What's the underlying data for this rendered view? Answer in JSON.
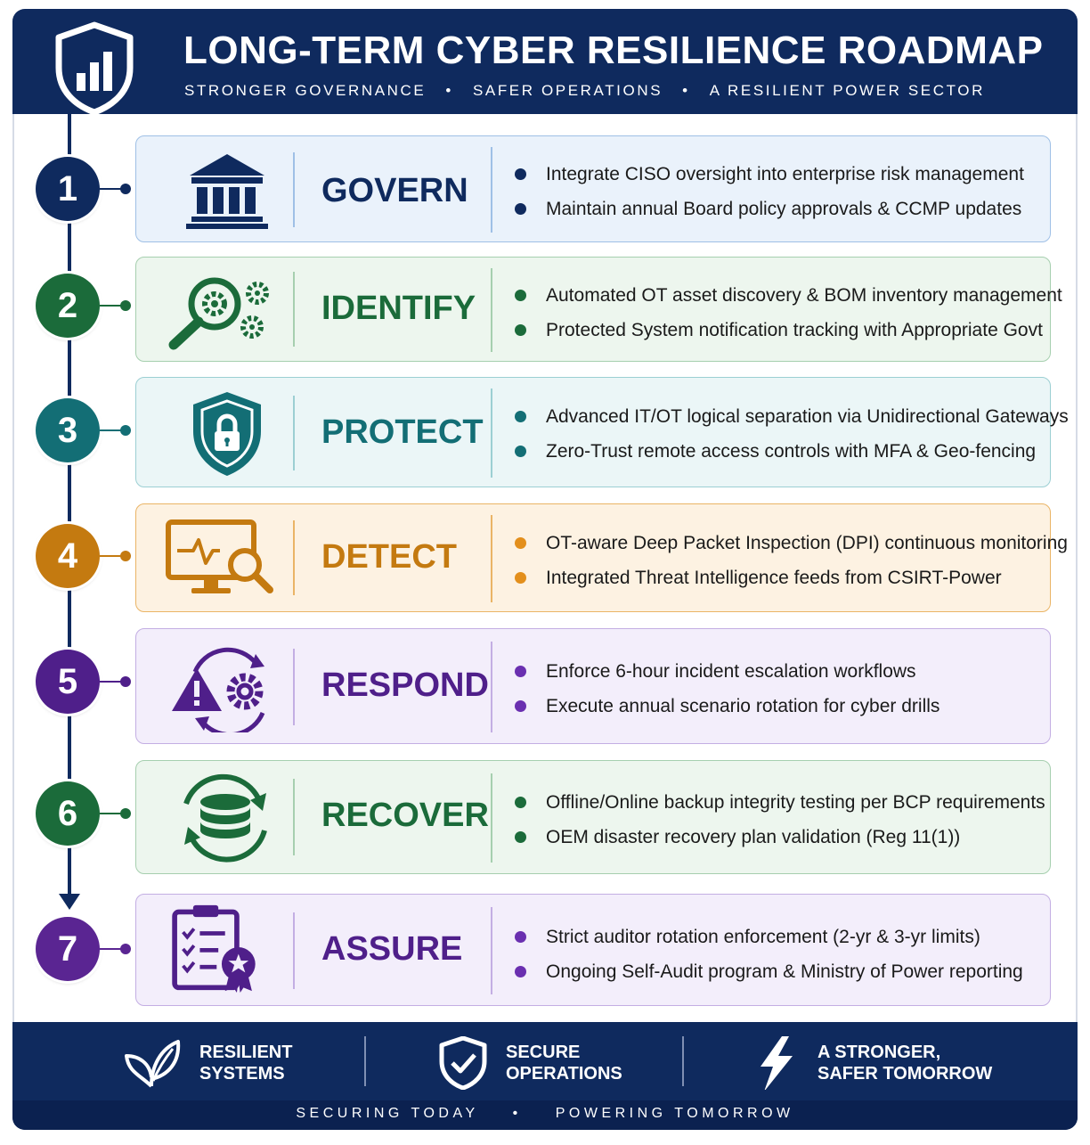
{
  "header": {
    "title": "LONG-TERM CYBER RESILIENCE ROADMAP",
    "subtitle_parts": [
      "STRONGER GOVERNANCE",
      "SAFER OPERATIONS",
      "A RESILIENT POWER SECTOR"
    ],
    "separator": "•",
    "logo_icon": "shield-chart-icon",
    "color": "#0f2a5e"
  },
  "steps": [
    {
      "number": "1",
      "phase": "GOVERN",
      "icon": "bank-icon",
      "accent": "#0f2a5e",
      "card_bg": "#eaf2fb",
      "card_border": "#9fc0e6",
      "bullets": [
        "Integrate CISO oversight into enterprise risk management",
        "Maintain annual Board policy approvals & CCMP updates"
      ]
    },
    {
      "number": "2",
      "phase": "IDENTIFY",
      "icon": "magnifier-gears-icon",
      "accent": "#1b6b3a",
      "card_bg": "#edf6ee",
      "card_border": "#a6cfaf",
      "bullets": [
        "Automated OT asset discovery & BOM inventory management",
        "Protected System notification tracking with Appropriate Govt"
      ]
    },
    {
      "number": "3",
      "phase": "PROTECT",
      "icon": "shield-lock-icon",
      "accent": "#136e75",
      "card_bg": "#ebf6f7",
      "card_border": "#9ccfd3",
      "bullets": [
        "Advanced IT/OT logical separation via Unidirectional Gateways",
        "Zero-Trust remote access controls with MFA & Geo-fencing"
      ]
    },
    {
      "number": "4",
      "phase": "DETECT",
      "icon": "monitor-search-icon",
      "accent": "#c47a10",
      "card_bg": "#fdf2e2",
      "card_border": "#eab466",
      "bullets": [
        "OT-aware Deep Packet Inspection (DPI) continuous monitoring",
        "Integrated Threat Intelligence feeds from CSIRT-Power"
      ]
    },
    {
      "number": "5",
      "phase": "RESPOND",
      "icon": "alert-gear-cycle-icon",
      "accent": "#4f1f8a",
      "card_bg": "#f3eefb",
      "card_border": "#c3aee3",
      "bullets": [
        "Enforce 6-hour incident escalation workflows",
        "Execute annual scenario rotation for cyber drills"
      ]
    },
    {
      "number": "6",
      "phase": "RECOVER",
      "icon": "database-sync-icon",
      "accent": "#1b6b3a",
      "card_bg": "#edf6ee",
      "card_border": "#a6cfaf",
      "bullets": [
        "Offline/Online backup integrity testing per BCP requirements",
        "OEM disaster recovery plan validation (Reg 11(1))"
      ]
    },
    {
      "number": "7",
      "phase": "ASSURE",
      "icon": "clipboard-badge-icon",
      "accent": "#5a2592",
      "card_bg": "#f3eefb",
      "card_border": "#c3aee3",
      "bullets": [
        "Strict auditor rotation enforcement (2-yr & 3-yr limits)",
        "Ongoing Self-Audit program & Ministry of Power reporting"
      ]
    }
  ],
  "footer": {
    "items": [
      {
        "icon": "leaf-icon",
        "line1": "RESILIENT",
        "line2": "SYSTEMS"
      },
      {
        "icon": "shield-check-icon",
        "line1": "SECURE",
        "line2": "OPERATIONS"
      },
      {
        "icon": "lightning-icon",
        "line1": "A STRONGER,",
        "line2": "SAFER TOMORROW"
      }
    ],
    "tagline_left": "SECURING TODAY",
    "tagline_right": "POWERING TOMORROW",
    "separator": "•"
  }
}
